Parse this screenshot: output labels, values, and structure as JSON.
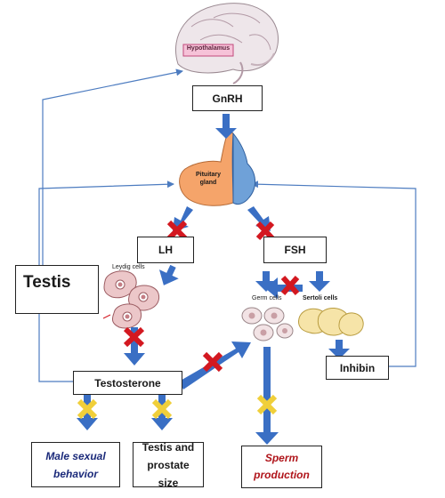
{
  "diagram": {
    "hypothalamus": "Hypothalamus",
    "gnrh": "GnRH",
    "pituitary": "Pituitary gland",
    "lh": "LH",
    "fsh": "FSH",
    "testis": "Testis",
    "leydig": "Leydig cells",
    "germ": "Germ cells",
    "sertoli": "Sertoli cells",
    "testosterone": "Testosterone",
    "inhibin": "Inhibin",
    "male_behavior": "Male sexual behavior",
    "prostate": "Testis and prostate size",
    "sperm": "Sperm production"
  },
  "colors": {
    "arrow_blue": "#3a6fc4",
    "feedback_line": "#4d7cc0",
    "block_red": "#d31820",
    "partial_yellow": "#f0cf3a",
    "sperm_red": "#b0151b",
    "behavior_navy": "#1b2a7a",
    "pituitary_orange": "#f5a46a",
    "pituitary_blue": "#6fa1d8"
  }
}
